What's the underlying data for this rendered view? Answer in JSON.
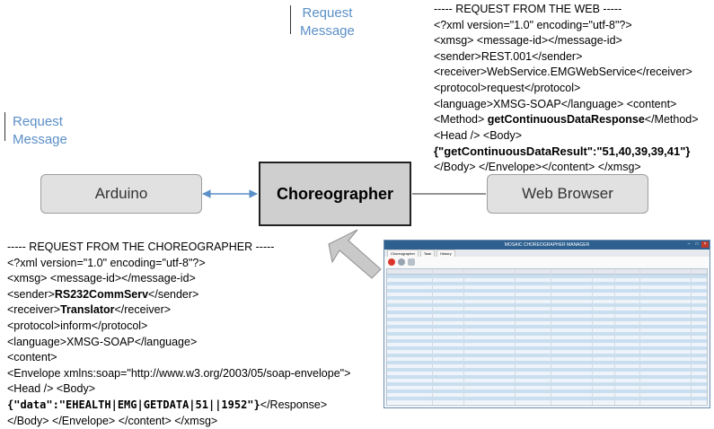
{
  "left_label": {
    "line1": "Request",
    "line2": "Message"
  },
  "top_label": {
    "line1": "Request",
    "line2": "Message"
  },
  "boxes": {
    "left": "Arduino",
    "center": "Choreographer",
    "right": "Web Browser"
  },
  "web_request": {
    "l1": "----- REQUEST FROM THE WEB -----",
    "l2": "<?xml version=\"1.0\" encoding=\"utf-8\"?>",
    "l3": "<xmsg> <message-id></message-id>",
    "l4": "<sender>REST.001</sender>",
    "l5": "<receiver>WebService.EMGWebService</receiver>",
    "l6": "<protocol>request</protocol>",
    "l7": "<language>XMSG-SOAP</language> <content>",
    "l8a": "<Method> ",
    "l8b": "getContinuousDataResponse",
    "l8c": "</Method>",
    "l9": "<Head /> <Body>",
    "l10": "{\"getContinuousDataResult\":\"51,40,39,39,41\"}",
    "l11": "</Body> </Envelope></content> </xmsg>"
  },
  "choreo_request": {
    "l1": "----- REQUEST FROM THE CHOREOGRAPHER -----",
    "l2": "<?xml version=\"1.0\" encoding=\"utf-8\"?>",
    "l3": "<xmsg> <message-id></message-id>",
    "l4a": "<sender>",
    "l4b": "RS232CommServ",
    "l4c": "</sender>",
    "l5a": "<receiver>",
    "l5b": "Translator",
    "l5c": "</receiver>",
    "l6": "<protocol>inform</protocol>",
    "l7": "<language>XMSG-SOAP</language>",
    "l8": "<content>",
    "l9": "<Envelope xmlns:soap=\"http://www.w3.org/2003/05/soap-envelope\">",
    "l10": "<Head /> <Body>",
    "l11a": "{\"data\":\"EHEALTH|EMG|GETDATA|51||1952\"}",
    "l11b": "</Response>",
    "l12": "</Body> </Envelope> </content> </xmsg>"
  },
  "screenshot": {
    "title": "MOSAIC CHOREOGRAPHER MANAGER",
    "tabs": [
      "Choreographer",
      "Task",
      "History"
    ]
  }
}
